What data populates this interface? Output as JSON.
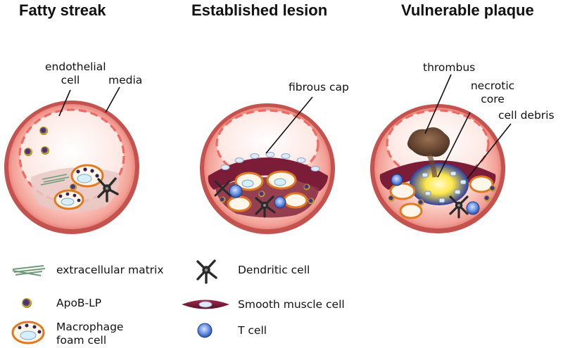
{
  "titles": {
    "fatty_streak": "Fatty streak",
    "established_lesion": "Established lesion",
    "vulnerable_plaque": "Vulnerable plaque"
  },
  "labels": {
    "endothelial_line1": "endothelial",
    "endothelial_line2": "cell",
    "media": "media",
    "fibrous_cap": "fibrous cap",
    "thrombus": "thrombus",
    "necrotic_line1": "necrotic",
    "necrotic_line2": "core",
    "cell_debris": "cell debris"
  },
  "legend": {
    "extracellular_matrix": "extracellular matrix",
    "apob_lp": "ApoB-LP",
    "macrophage_line1": "Macrophage",
    "macrophage_line2": "foam cell",
    "dendritic_cell": "Dendritic cell",
    "smooth_muscle_cell": "Smooth muscle cell",
    "t_cell": "T cell"
  },
  "colors": {
    "vessel_outer": "#c24a4a",
    "vessel_wall": "#f0a9a0",
    "lumen": "#fff0ec",
    "endothelium_dash": "#ef6a62",
    "apob_core": "#4b2a6e",
    "apob_ring": "#d6b400",
    "foam_cell_ring": "#e07a22",
    "smooth_muscle": "#7b1c38",
    "t_cell": "#4f7fd8",
    "necrotic_core": "#ffe85a",
    "thrombus": "#6b4a35"
  }
}
